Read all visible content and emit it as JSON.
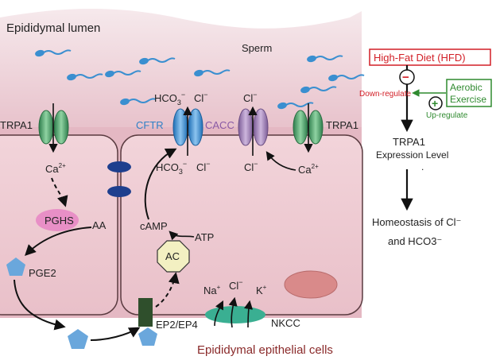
{
  "lumen": {
    "title": "Epididymal lumen",
    "sperm_label": "Sperm"
  },
  "channels": {
    "trpa1_left": "TRPA1",
    "trpa1_right": "TRPA1",
    "cftr": "CFTR",
    "cacc": "CACC",
    "nkcc": "NKCC"
  },
  "ions": {
    "ca_left": "Ca",
    "ca_right": "Ca",
    "ca_charge": "2+",
    "hco3_base": "HCO",
    "hco3_sub": "3",
    "hco3_sup": "−",
    "cl": "Cl",
    "cl_sup": "−",
    "na": "Na",
    "na_sup": "+",
    "k": "K",
    "k_sup": "+"
  },
  "molecules": {
    "pghs": "PGHS",
    "aa": "AA",
    "pge2": "PGE2",
    "camp": "cAMP",
    "atp": "ATP",
    "ac": "AC",
    "ep2_ep4": "EP2/EP4"
  },
  "cells_label": "Epididymal epithelial cells",
  "regulation": {
    "hfd": "High-Fat Diet (HFD)",
    "minus_symbol": "−",
    "plus_symbol": "+",
    "down_regulate": "Down-regulate",
    "up_regulate": "Up-regulate",
    "exercise_line1": "Aerobic",
    "exercise_line2": "Exercise",
    "trpa1": "TRPA1",
    "expression": "Expression Level",
    "dot": ".",
    "homeostasis_line1": "Homeostasis of Cl⁻",
    "homeostasis_line2": "and HCO3⁻"
  },
  "colors": {
    "lumen_top": "#f6e9ec",
    "lumen_bottom": "#e7bfc9",
    "cell_fill": "#efc9d1",
    "channel_green": "#3e9a62",
    "cftr_blue": "#3e8fd0",
    "cacc_purple": "#9a7ab0",
    "junction_navy": "#1e3f8e",
    "pghs_pink": "#e88fc6",
    "pge2_blue": "#6aa7dc",
    "ac_yellow": "#f3f0c2",
    "receptor_green": "#2f4f2c",
    "nkcc_teal": "#3aaf92",
    "nucleus": "#d98a8a",
    "hfd_red": "#d21f27",
    "exercise_green": "#2f8a2f",
    "cells_label": "#8a2a2a",
    "cftr_text": "#2f7fc6",
    "cacc_text": "#8a5aa5"
  }
}
